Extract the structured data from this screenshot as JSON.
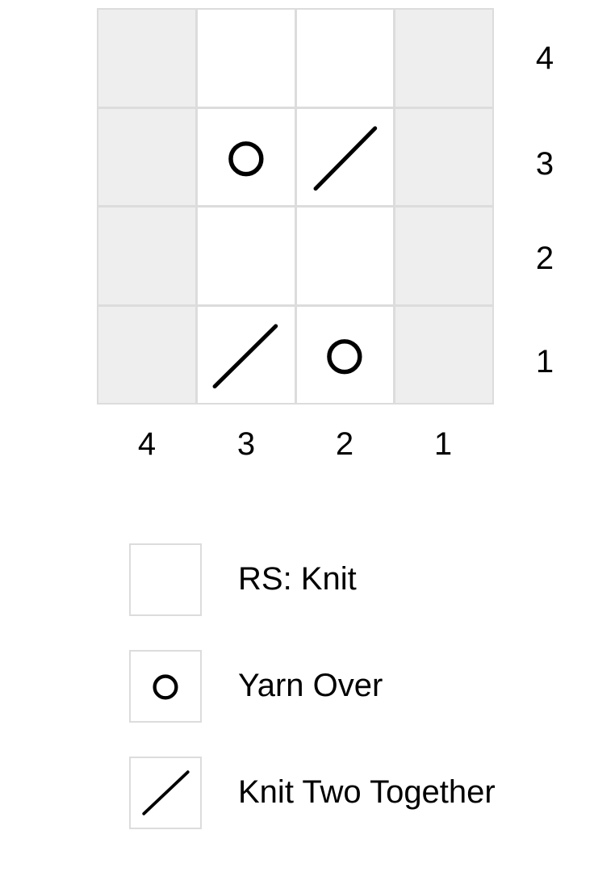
{
  "chart": {
    "title": "",
    "rows": [
      {
        "number": "4",
        "cells": [
          "none",
          "knit",
          "knit",
          "none"
        ]
      },
      {
        "number": "3",
        "cells": [
          "none",
          "yarn-over",
          "k2tog",
          "none"
        ]
      },
      {
        "number": "2",
        "cells": [
          "none",
          "knit",
          "knit",
          "none"
        ]
      },
      {
        "number": "1",
        "cells": [
          "none",
          "k2tog",
          "yarn-over",
          "none"
        ]
      }
    ],
    "column_numbers": [
      "4",
      "3",
      "2",
      "1"
    ],
    "row_numbers": [
      "4",
      "3",
      "2",
      "1"
    ],
    "colors": {
      "no_stitch": "#eeeeee",
      "knit": "#ffffff",
      "grid_line": "#dcdcdc",
      "symbol": "#000000"
    }
  },
  "legend": {
    "items": [
      {
        "symbol": "knit",
        "label": "RS: Knit"
      },
      {
        "symbol": "yarn-over",
        "label": "Yarn Over"
      },
      {
        "symbol": "k2tog",
        "label": "Knit Two Together"
      }
    ]
  }
}
